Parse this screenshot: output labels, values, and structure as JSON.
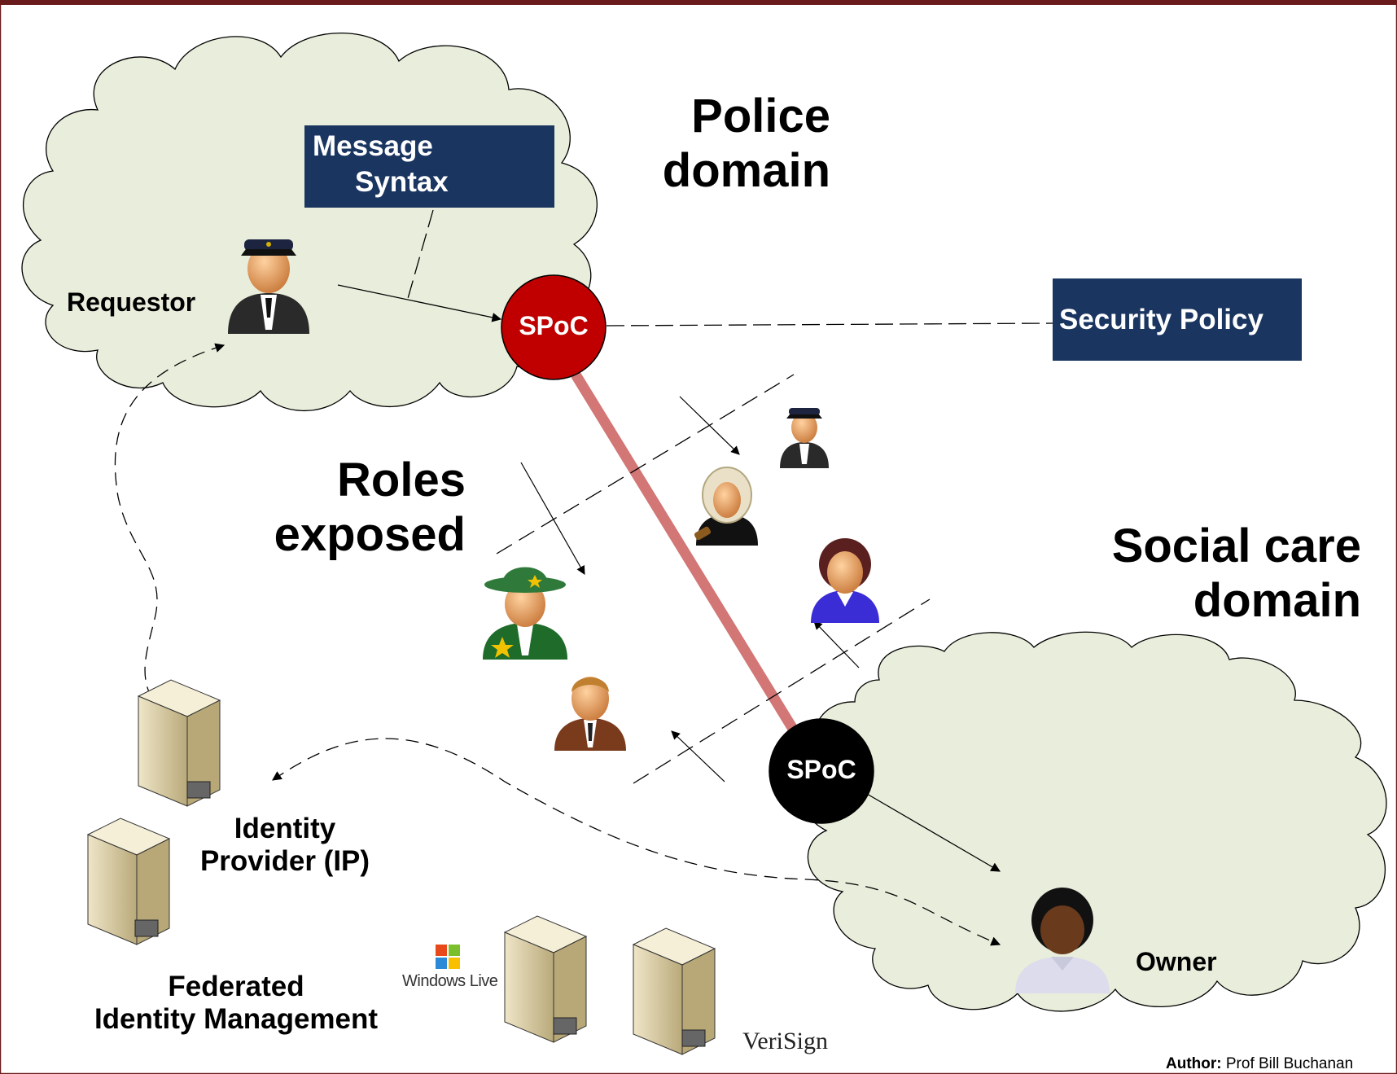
{
  "labels": {
    "police_domain": [
      "Police",
      "domain"
    ],
    "social_domain": [
      "Social care",
      "domain"
    ],
    "roles_exposed": [
      "Roles",
      "exposed"
    ],
    "requestor": "Requestor",
    "owner": "Owner",
    "identity_provider": [
      "Identity",
      "Provider (IP)"
    ],
    "federated": [
      "Federated",
      "Identity Management"
    ]
  },
  "boxes": {
    "message_syntax": [
      "Message",
      "Syntax"
    ],
    "security_policy": "Security Policy"
  },
  "nodes": {
    "spoc_police": "SPoC",
    "spoc_social": "SPoC"
  },
  "logos": {
    "windows_live": "Windows Live",
    "verisign": "VeriSign"
  },
  "author": {
    "prefix": "Author:",
    "name": "Prof Bill Buchanan"
  },
  "colors": {
    "frame": "#6a1b1b",
    "cloud_fill": "#e8eedb",
    "box_fill": "#1a3560",
    "spoc_police": "#c00000",
    "spoc_social": "#000000",
    "link_line": "#d27676"
  }
}
